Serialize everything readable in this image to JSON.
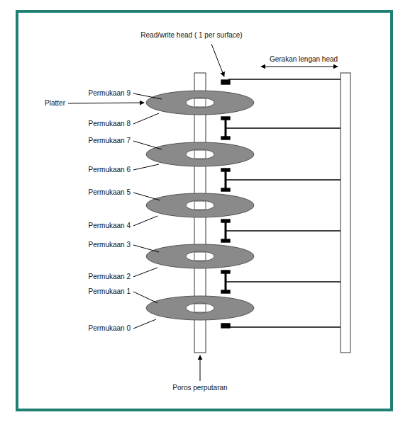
{
  "diagram": {
    "labels": [
      "Read/write head ( 1 per surface)",
      "Gerakan lengan head",
      "Platter",
      "Permukaan 9",
      "Permukaan 8",
      "Permukaan 7",
      "Permukaan 6",
      "Permukaan 5",
      "Permukaan 4",
      "Permukaan 3",
      "Permukaan 2",
      "Permukaan 1",
      "Permukaan 0",
      "Poros perputaran"
    ]
  }
}
